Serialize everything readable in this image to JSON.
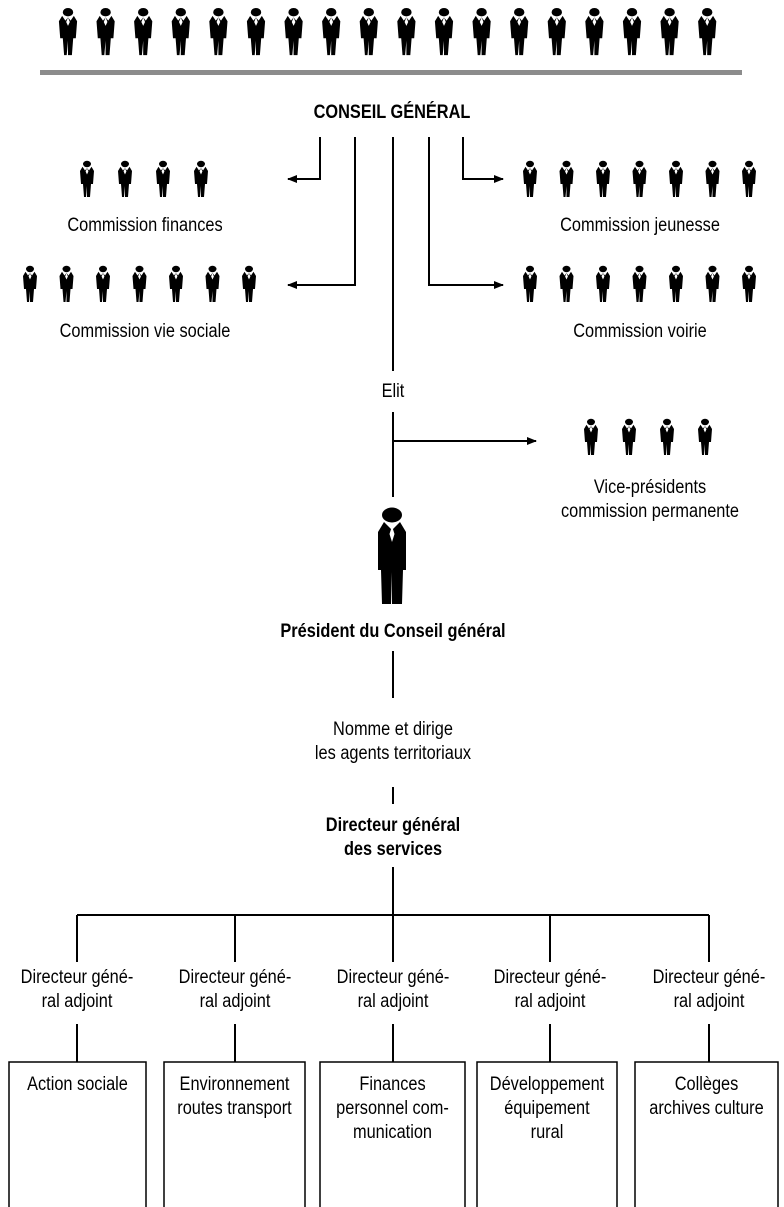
{
  "title": "CONSEIL GÉNÉRAL",
  "commissions": {
    "finances": "Commission finances",
    "vie_sociale": "Commission vie sociale",
    "jeunesse": "Commission jeunesse",
    "voirie": "Commission voirie"
  },
  "elit": "Elit",
  "vice_presidents": [
    "Vice-présidents",
    "commission permanente"
  ],
  "president": "Président du Conseil général",
  "nomme": [
    "Nomme et dirige",
    "les agents territoriaux"
  ],
  "directeur": [
    "Directeur général",
    "des services"
  ],
  "adjoints": [
    {
      "title": [
        "Directeur géné-",
        "ral adjoint"
      ],
      "service": [
        "Action sociale"
      ]
    },
    {
      "title": [
        "Directeur géné-",
        "ral adjoint"
      ],
      "service": [
        "Environnement",
        "routes transport"
      ]
    },
    {
      "title": [
        "Directeur géné-",
        "ral adjoint"
      ],
      "service": [
        "Finances",
        "personnel com-",
        "munication"
      ]
    },
    {
      "title": [
        "Directeur géné-",
        "ral adjoint"
      ],
      "service": [
        "Développement",
        "équipement",
        "rural"
      ]
    },
    {
      "title": [
        "Directeur géné-",
        "ral adjoint"
      ],
      "service": [
        "Collèges",
        "archives culture"
      ]
    }
  ]
}
